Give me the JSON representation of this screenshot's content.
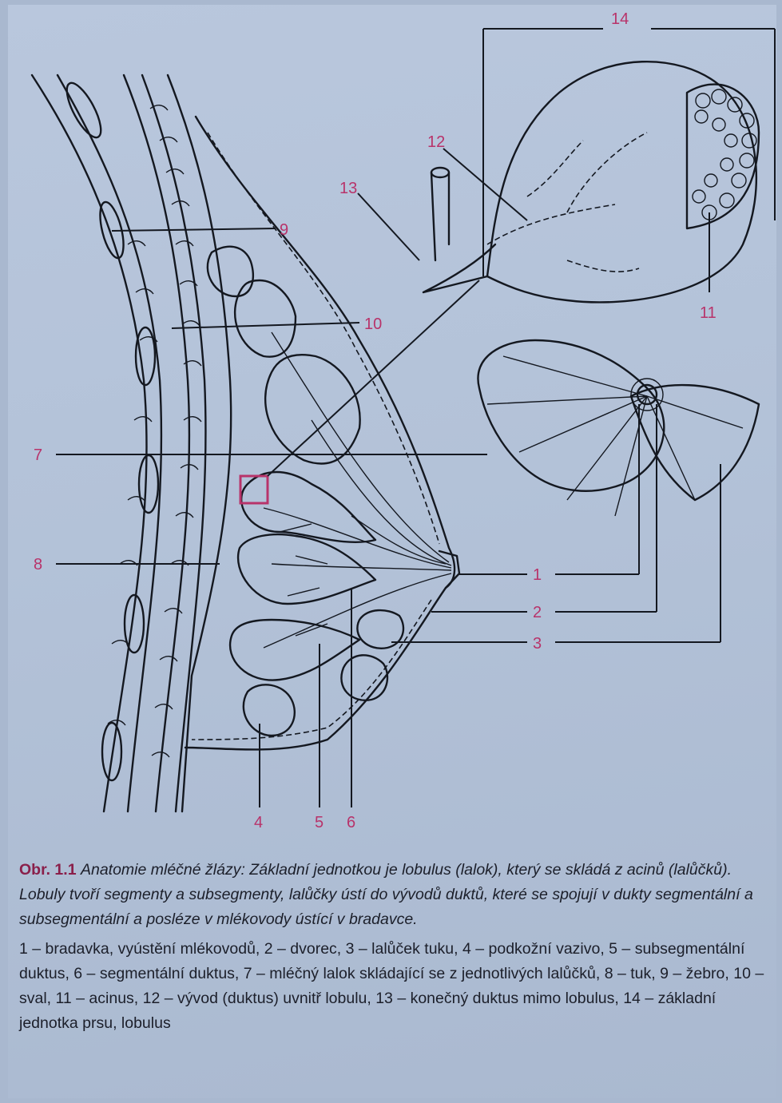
{
  "figure": {
    "labels": {
      "l1": "1",
      "l2": "2",
      "l3": "3",
      "l4": "4",
      "l5": "5",
      "l6": "6",
      "l7": "7",
      "l8": "8",
      "l9": "9",
      "l10": "10",
      "l11": "11",
      "l12": "12",
      "l13": "13",
      "l14": "14"
    },
    "label_color": "#b8336a",
    "highlight_box_color": "#b8336a"
  },
  "caption": {
    "figure_number": "Obr. 1.1",
    "title": "Anatomie mléčné žlázy: Základní jednotkou je lobulus (lalok), který se skládá z acinů (lalůčků). Lobuly tvoří segmenty a subsegmenty, lalůčky ústí do vývodů duktů, které se spojují v dukty segmentální a subsegmentální a posléze v mlékovody ústící v bradavce.",
    "legend": "1 – bradavka, vyústění mlékovodů, 2 – dvorec, 3 – lalůček tuku, 4 – podkožní vazivo, 5 – subsegmentální duktus, 6 – segmentální duktus, 7 – mléčný lalok skládající se z jednotlivých lalůčků, 8 – tuk, 9 – žebro, 10 – sval, 11 – acinus, 12 – vývod (duktus) uvnitř lobulu, 13 – konečný duktus mimo lobulus, 14 – základní jednotka prsu, lobulus"
  }
}
